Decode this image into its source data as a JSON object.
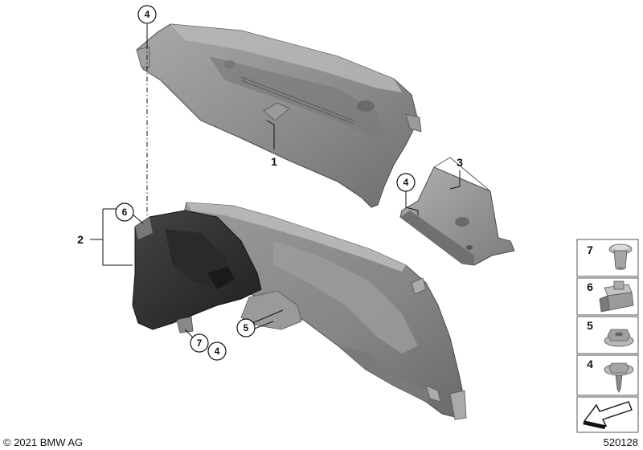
{
  "callouts": {
    "part_1": "1",
    "part_2": "2",
    "part_3": "3",
    "part_4_top": "4",
    "part_4_mid": "4",
    "part_4_bottom": "4",
    "part_5": "5",
    "part_6": "6",
    "part_7": "7"
  },
  "sidebar": {
    "item_7": "7",
    "item_6": "6",
    "item_5": "5",
    "item_4": "4"
  },
  "footer": {
    "copyright": "© 2021 BMW AG",
    "diagram_number": "520128"
  },
  "colors": {
    "part_fill": "#8c8c8c",
    "part_dark": "#3e3e3e",
    "part_light": "#b4b4b4"
  }
}
